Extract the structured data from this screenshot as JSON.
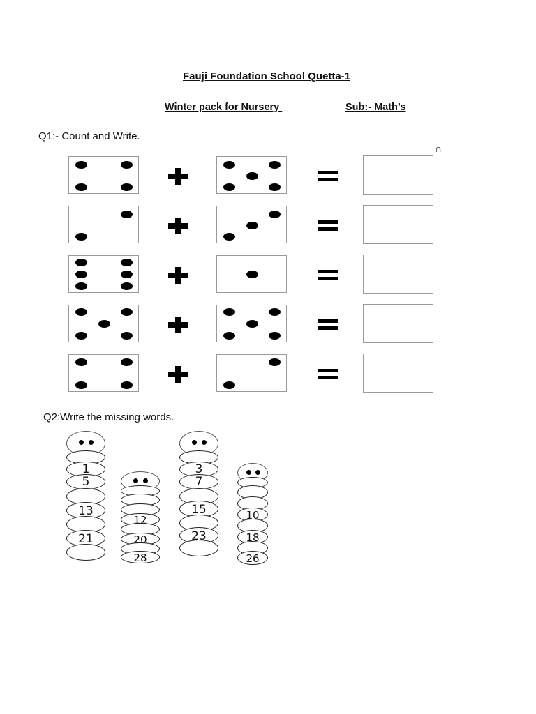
{
  "header": {
    "school_title": "Fauji Foundation School Quetta-1",
    "pack_title": "Winter pack for Nursery ",
    "subject": "Sub:- Math’s"
  },
  "q1": {
    "heading": "Q1:- Count and Write.",
    "stray_mark": "∩",
    "plus_symbol": "+",
    "equals_symbol": "=",
    "rows": [
      {
        "left_dots": 4,
        "right_dots": 5,
        "answer": ""
      },
      {
        "left_dots": 2,
        "right_dots": 3,
        "answer": ""
      },
      {
        "left_dots": 6,
        "right_dots": 1,
        "answer": ""
      },
      {
        "left_dots": 5,
        "right_dots": 5,
        "answer": ""
      },
      {
        "left_dots": 4,
        "right_dots": 2,
        "answer": ""
      }
    ]
  },
  "q2": {
    "heading": "Q2:Write the missing words.",
    "caterpillars": [
      {
        "segments": [
          "1",
          "5",
          "",
          "13",
          "",
          "21",
          ""
        ]
      },
      {
        "segments": [
          "",
          "",
          "12",
          "",
          "20",
          "",
          "28"
        ]
      },
      {
        "segments": [
          "3",
          "7",
          "",
          "15",
          "",
          "23",
          ""
        ]
      },
      {
        "segments": [
          "",
          "",
          "10",
          "",
          "18",
          "",
          "26"
        ]
      }
    ]
  }
}
